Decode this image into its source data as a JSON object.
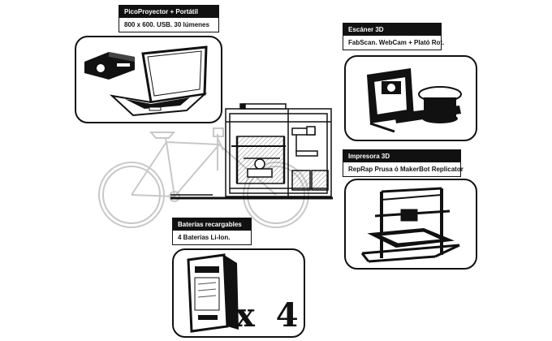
{
  "callouts": {
    "projector": {
      "title": "PicoProyector + Portátil",
      "detail": "800 x 600. USB.  30 lúmenes"
    },
    "scanner": {
      "title": "Escáner 3D",
      "detail": "FabScan. WebCam + Plató Rot."
    },
    "printer": {
      "title": "Impresora 3D",
      "detail": "RepRap Prusa ó MakerBot Replicator"
    },
    "batteries": {
      "title": "Baterías recargables",
      "detail": "4 Baterías Li-Ion.",
      "quantity": "x 4"
    }
  },
  "icons": [
    "projector-icon",
    "laptop-icon",
    "scanner-icon",
    "printer-icon",
    "battery-icon",
    "bicycle-icon",
    "cargo-box-icon"
  ]
}
